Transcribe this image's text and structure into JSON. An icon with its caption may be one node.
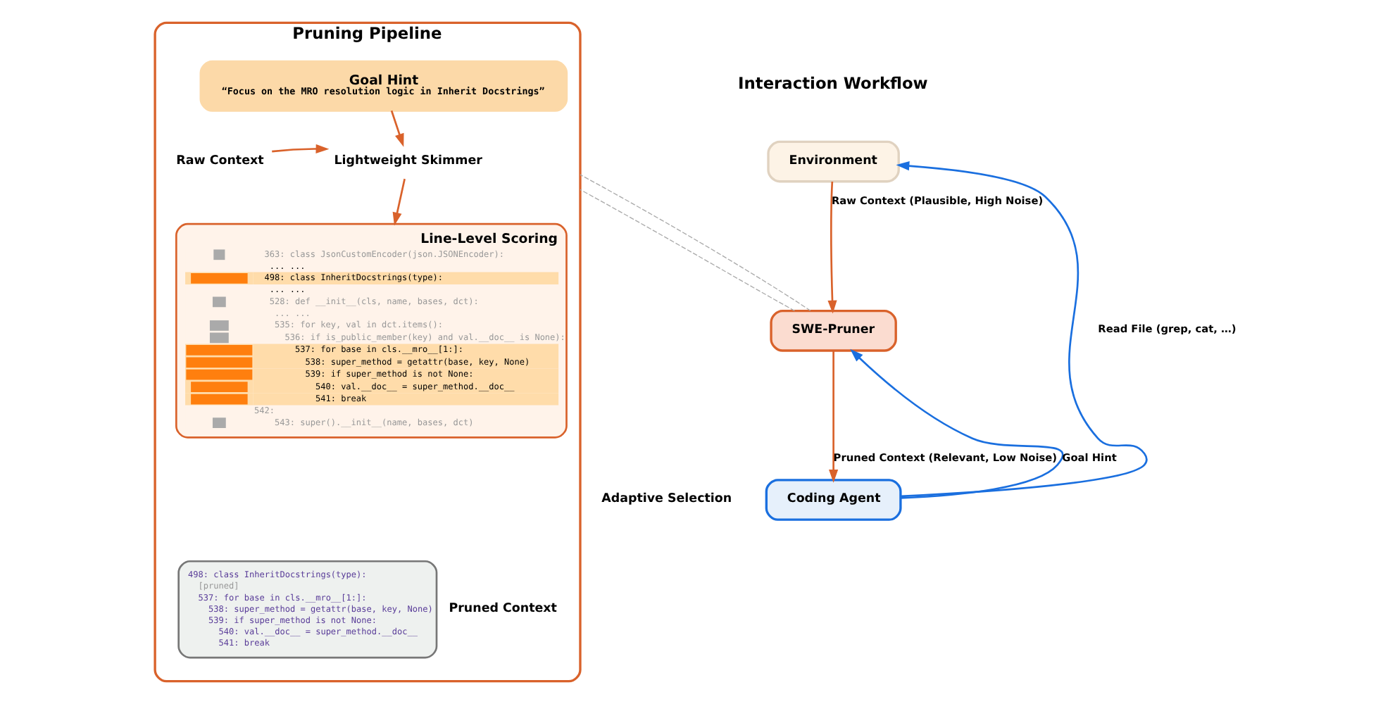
{
  "diagram": {
    "nodes": [
      {
        "text": [
          "Environment"
        ]
      },
      {
        "text": [
          "SWE-Pruner"
        ]
      },
      {
        "text": [
          "Coding Agent"
        ]
      },
      {
        "text": [
          "Pruning Pipeline"
        ]
      },
      {
        "text": [
          "Goal Hint",
          "“Focus on the MRO resolution logic in Inherit Docstrings”"
        ],
        "in": 3
      },
      {
        "text": [
          "Raw Context"
        ],
        "in": 3
      },
      {
        "text": [
          "Lightweight Skimmer"
        ],
        "in": 3
      },
      {
        "text": [
          "Line-Level Scoring",
          "363: class JsonCustomEncoder(json.JSONEncoder):",
          "... ...",
          "498: class InheritDocstrings(type):",
          "... ...",
          "528: def __init__(cls, name, bases, dct):",
          "... ...",
          "535: for key, val in dct.items():",
          "536: if is_public_member(key) and val.__doc__ is None):",
          "537: for base in cls.__mro__[1:]:",
          "538: super_method = getattr(base, key, None)",
          "539: if super_method is not None:",
          "540: val.__doc__ = super_method.__doc__",
          "541: break",
          "542:",
          "543: super().__init__(name, bases, dct)"
        ],
        "in": 3
      },
      {
        "text": [
          "498: class InheritDocstrings(type):",
          "[pruned]",
          "537: for base in cls.__mro__[1:]:",
          "538: super_method = getattr(base, key, None)",
          "539: if super_method is not None:",
          "540: val.__doc__ = super_method.__doc__",
          "541: break"
        ],
        "beside": [
          "Pruned Context"
        ],
        "in": 3
      }
    ],
    "edges": [
      {
        "from": 0,
        "to": 1,
        "arrow": "to",
        "label": "Raw Context (Plausible, High Noise)",
        "color": "#d9622b"
      },
      {
        "from": 1,
        "to": 2,
        "arrow": "to",
        "label": "Pruned Context (Relevant, Low Noise)",
        "color": "#d9622b"
      },
      {
        "from": 2,
        "to": 1,
        "arrow": "to",
        "label": "Goal Hint",
        "color": "#1a6fdf"
      },
      {
        "from": 2,
        "to": 0,
        "arrow": "to",
        "label": "Read File (grep, cat, …)",
        "color": "#1a6fdf"
      },
      {
        "from": 1,
        "to": 3,
        "arrow": "none",
        "style": "dashed",
        "color": "#aaaaaa"
      },
      {
        "from": 1,
        "to": 3,
        "arrow": "none",
        "style": "dashed",
        "color": "#aaaaaa"
      },
      {
        "from": 4,
        "to": 6,
        "arrow": "to",
        "color": "#d9622b"
      },
      {
        "from": 5,
        "to": 6,
        "arrow": "to",
        "color": "#d9622b"
      },
      {
        "from": 6,
        "to": 7,
        "arrow": "to",
        "color": "#d9622b"
      }
    ],
    "labels": [
      "Interaction Workflow",
      "Adaptive Selection"
    ]
  }
}
